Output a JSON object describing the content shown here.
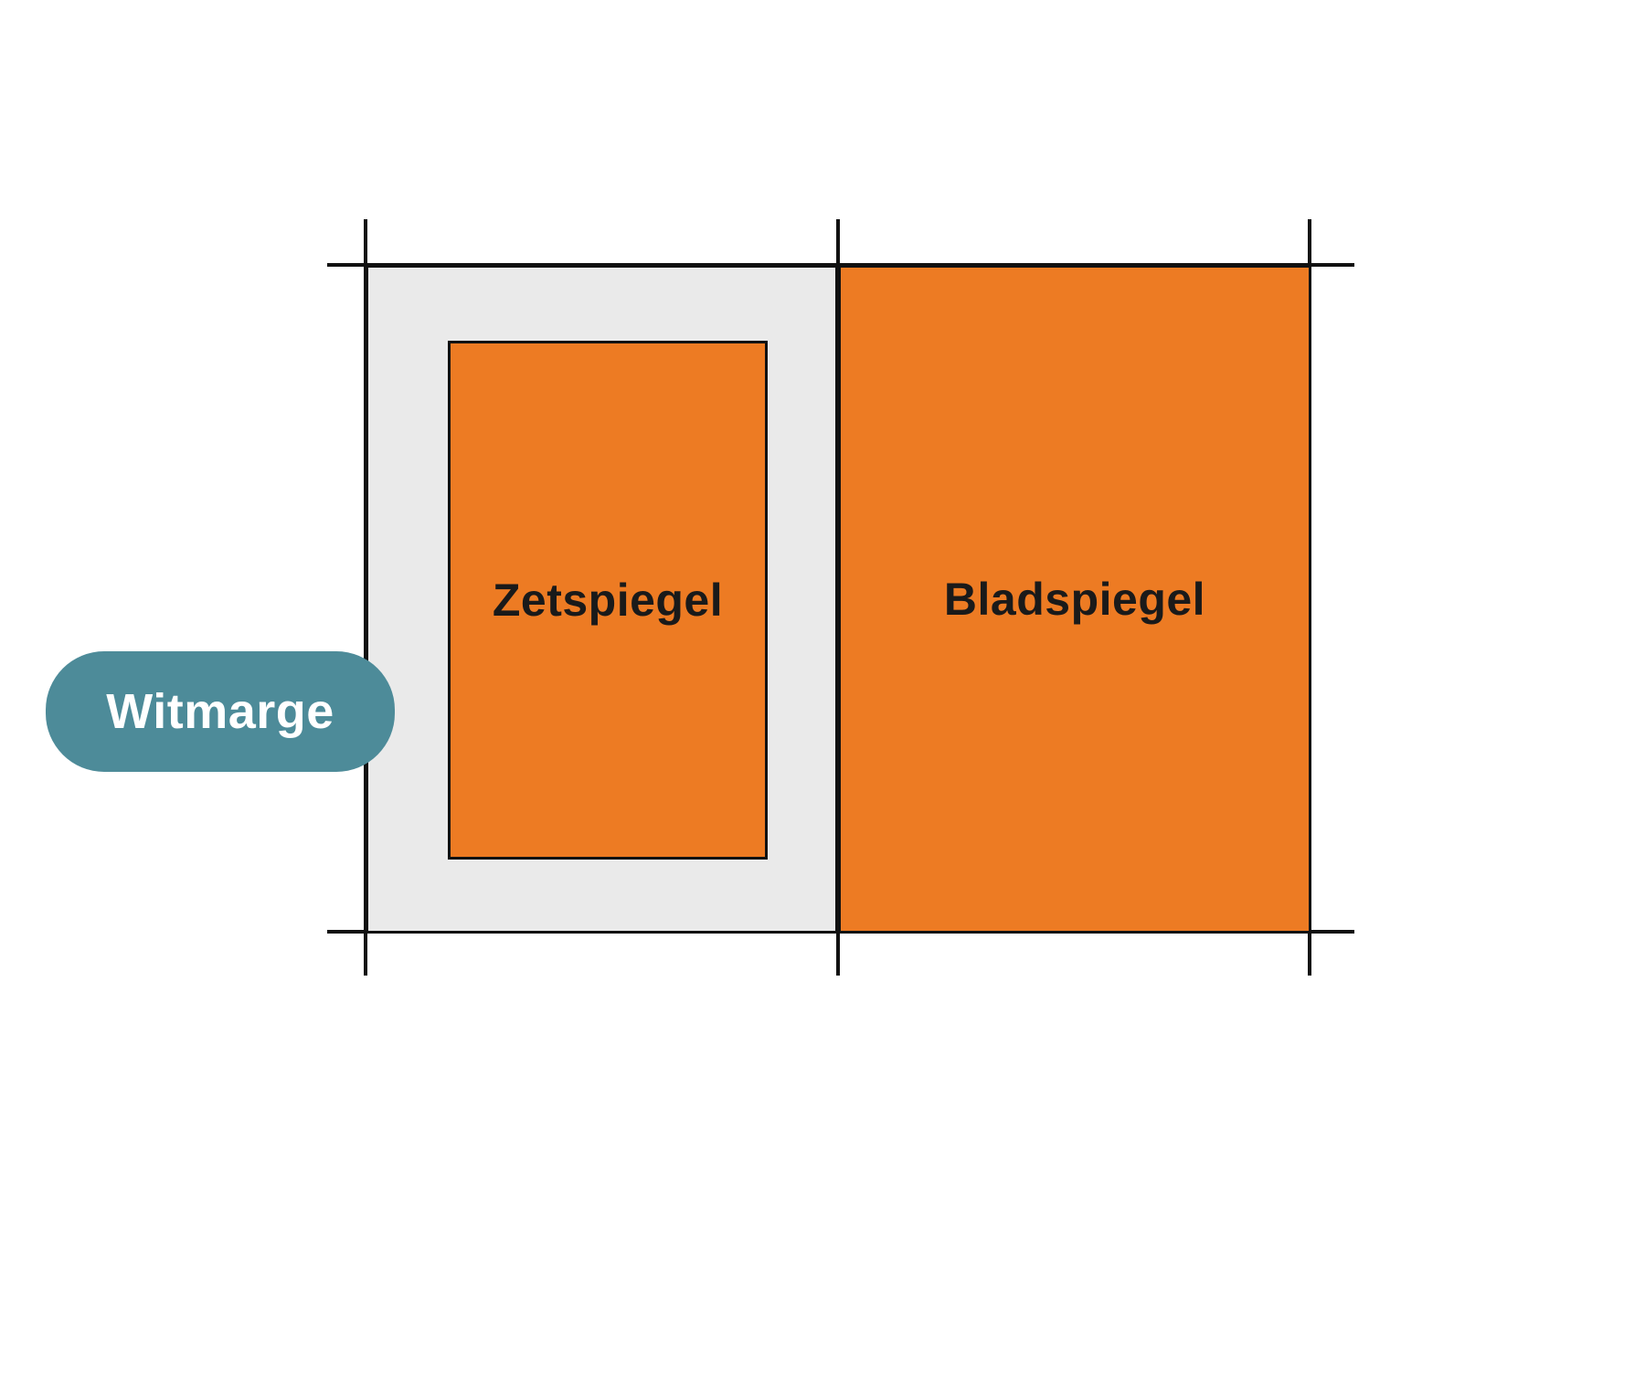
{
  "labels": {
    "zetspiegel": "Zetspiegel",
    "bladspiegel": "Bladspiegel",
    "witmarge": "Witmarge"
  },
  "colors": {
    "orange": "#ED7B23",
    "page_gray": "#EAEAEA",
    "badge_teal": "#4D8B99",
    "line_black": "#111111",
    "text_dark": "#1A1A1A",
    "badge_text": "#FFFFFF"
  }
}
